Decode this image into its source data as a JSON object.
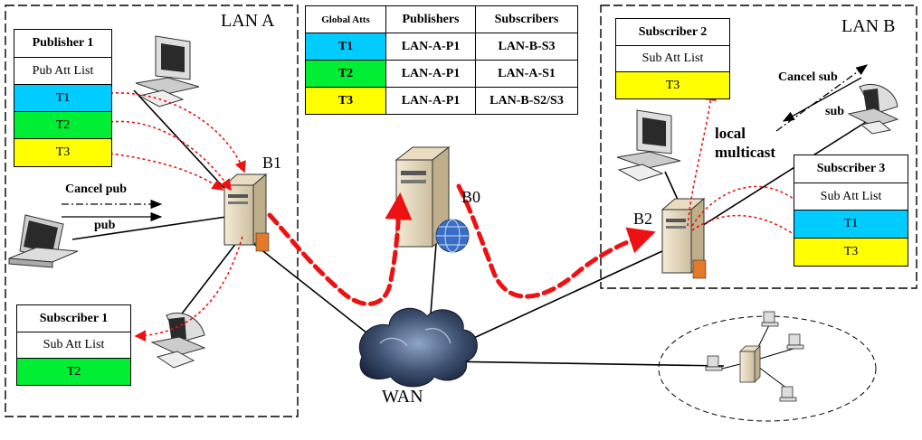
{
  "lans": {
    "lan_a": "LAN A",
    "lan_b": "LAN B"
  },
  "brokers": {
    "b0": "B0",
    "b1": "B1",
    "b2": "B2"
  },
  "wan": "WAN",
  "publisher1": {
    "title": "Publisher 1",
    "list_label": "Pub Att List",
    "topics": [
      "T1",
      "T2",
      "T3"
    ]
  },
  "subscriber1": {
    "title": "Subscriber 1",
    "list_label": "Sub Att List",
    "topics": [
      "T2"
    ]
  },
  "subscriber2": {
    "title": "Subscriber 2",
    "list_label": "Sub Att List",
    "topics": [
      "T3"
    ]
  },
  "subscriber3": {
    "title": "Subscriber 3",
    "list_label": "Sub Att List",
    "topics": [
      "T1",
      "T3"
    ]
  },
  "global_table": {
    "headers": [
      "Global Atts",
      "Publishers",
      "Subscribers"
    ],
    "rows": [
      [
        "T1",
        "LAN-A-P1",
        "LAN-B-S3"
      ],
      [
        "T2",
        "LAN-A-P1",
        "LAN-A-S1"
      ],
      [
        "T3",
        "LAN-A-P1",
        "LAN-B-S2/S3"
      ]
    ]
  },
  "arrows": {
    "cancel_pub": "Cancel pub",
    "pub": "pub",
    "cancel_sub": "Cancel sub",
    "sub": "sub",
    "local_multicast": "local\nmulticast"
  },
  "colors": {
    "T1": "#00ccff",
    "T2": "#00ee33",
    "T3": "#ffff00",
    "flow": "#ee1111"
  }
}
